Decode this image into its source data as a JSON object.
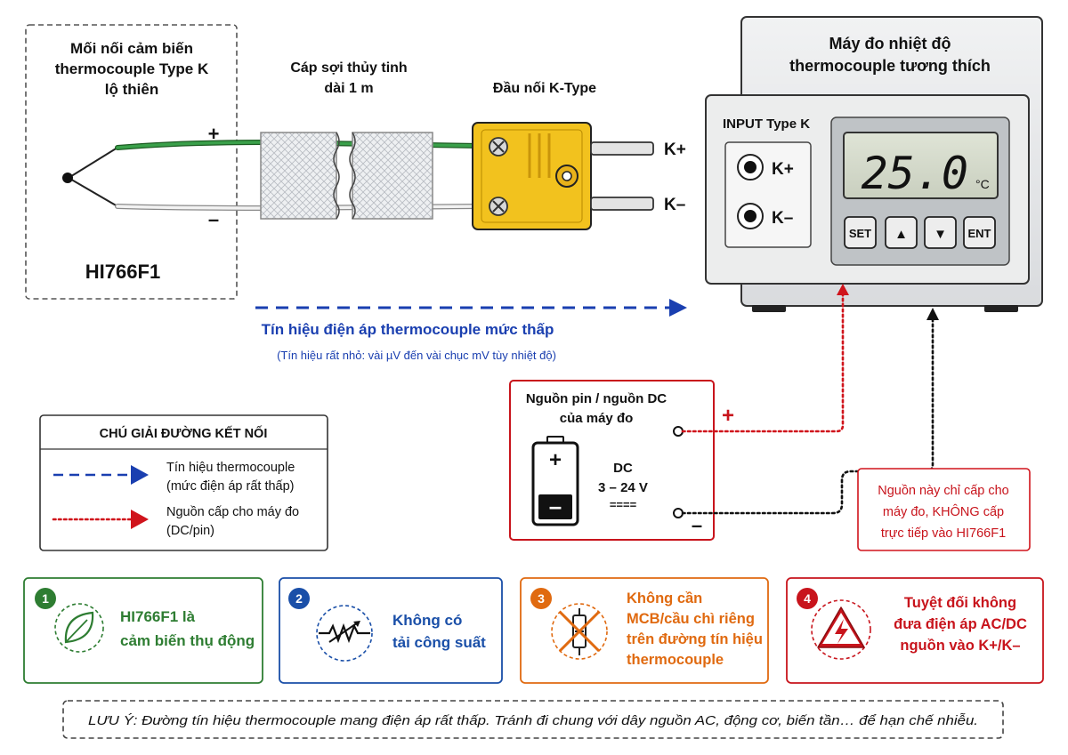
{
  "sensor": {
    "title_lines": [
      "Mối nối cảm biến",
      "thermocouple Type K",
      "lộ thiên"
    ],
    "plus": "+",
    "minus": "–",
    "model": "HI766F1"
  },
  "cable": {
    "label_lines": [
      "Cáp sợi thủy tinh",
      "dài 1 m"
    ]
  },
  "connector": {
    "label": "Đầu nối K-Type",
    "pin_plus": "K+",
    "pin_minus": "K–"
  },
  "meter": {
    "title_lines": [
      "Máy đo nhiệt độ",
      "thermocouple tương thích"
    ],
    "input_label": "INPUT Type K",
    "jack_plus": "K+",
    "jack_minus": "K–",
    "reading": "25.0",
    "unit": "°C",
    "buttons": [
      "SET",
      "▲",
      "▼",
      "ENT"
    ]
  },
  "signal": {
    "label": "Tín hiệu điện áp thermocouple mức thấp",
    "sublabel": "(Tín hiệu rất nhỏ: vài µV đến vài chục mV tùy nhiệt độ)"
  },
  "power": {
    "title_lines": [
      "Nguồn pin / nguồn DC",
      "của máy đo"
    ],
    "dc_lines": [
      "DC",
      "3 – 24 V",
      "===="
    ],
    "plus": "+",
    "minus": "–",
    "battery_plus": "+",
    "battery_minus": "–"
  },
  "power_note": {
    "lines": [
      "Nguồn này chỉ cấp cho",
      "máy đo, KHÔNG cấp",
      "trực tiếp vào HI766F1"
    ]
  },
  "legend": {
    "title": "CHÚ GIẢI ĐƯỜNG KẾT NỐI",
    "items": [
      {
        "lines": [
          "Tín hiệu thermocouple",
          "(mức điện áp rất thấp)"
        ],
        "color": "#1a3fb0"
      },
      {
        "lines": [
          "Nguồn cấp cho máy đo",
          "(DC/pin)"
        ],
        "color": "#d0141c"
      }
    ]
  },
  "notes": [
    {
      "num": "1",
      "lines": [
        "HI766F1 là",
        "cảm biến thụ động"
      ],
      "color": "#2e7d32",
      "icon": "leaf-icon"
    },
    {
      "num": "2",
      "lines": [
        "Không có",
        "tải công suất"
      ],
      "color": "#1a4fa8",
      "icon": "resistor-icon"
    },
    {
      "num": "3",
      "lines": [
        "Không cần",
        "MCB/cầu chì riêng",
        "trên đường tín hiệu",
        "thermocouple"
      ],
      "color": "#e06a10",
      "icon": "crossed-fuse-icon"
    },
    {
      "num": "4",
      "lines": [
        "Tuyệt đối không",
        "đưa điện áp AC/DC",
        "nguồn vào K+/K–"
      ],
      "color": "#c8141c",
      "icon": "high-voltage-warning-icon"
    }
  ],
  "footer": {
    "text": "LƯU Ý: Đường tín hiệu thermocouple mang điện áp rất thấp. Tránh đi chung với dây nguồn AC, động cơ, biến tần… để hạn chế nhiễu."
  }
}
